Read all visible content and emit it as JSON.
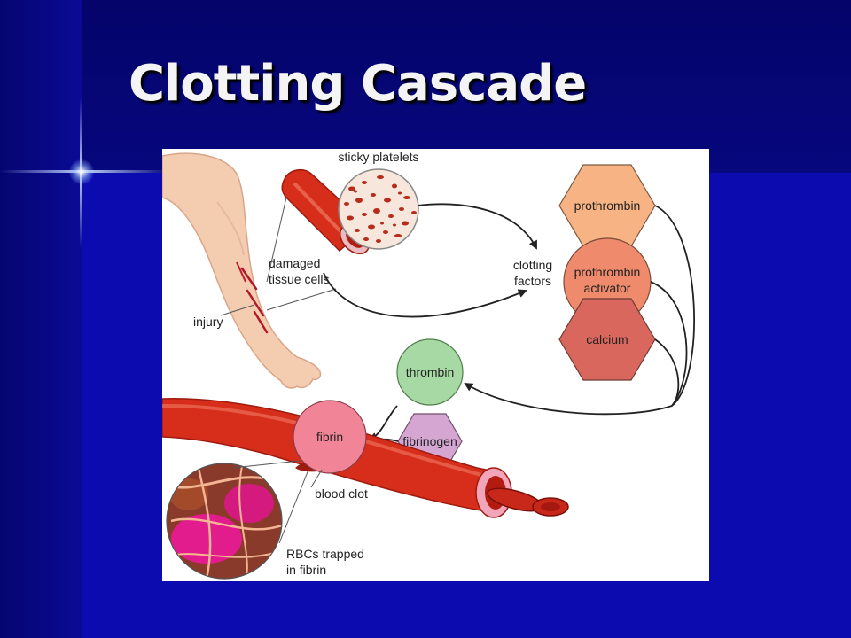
{
  "slide": {
    "title": "Clotting Cascade"
  },
  "diagram": {
    "labels": {
      "sticky_platelets": "sticky platelets",
      "damaged_line1": "damaged",
      "damaged_line2": "tissue cells",
      "injury": "injury",
      "clotting_line1": "clotting",
      "clotting_line2": "factors",
      "prothrombin": "prothrombin",
      "activator_line1": "prothrombin",
      "activator_line2": "activator",
      "calcium": "calcium",
      "thrombin": "thrombin",
      "fibrin": "fibrin",
      "fibrinogen": "fibrinogen",
      "blood_clot": "blood clot",
      "rbcs_line1": "RBCs trapped",
      "rbcs_line2": "in fibrin"
    },
    "colors": {
      "prothrombin": "#f7b383",
      "prothrombin_activator": "#ef8a6c",
      "calcium": "#d9675d",
      "thrombin": "#a6d9a3",
      "fibrin": "#f28497",
      "fibrinogen": "#d6a6d3",
      "vessel": "#d62e1a",
      "skin": "#f4cdb1"
    }
  }
}
